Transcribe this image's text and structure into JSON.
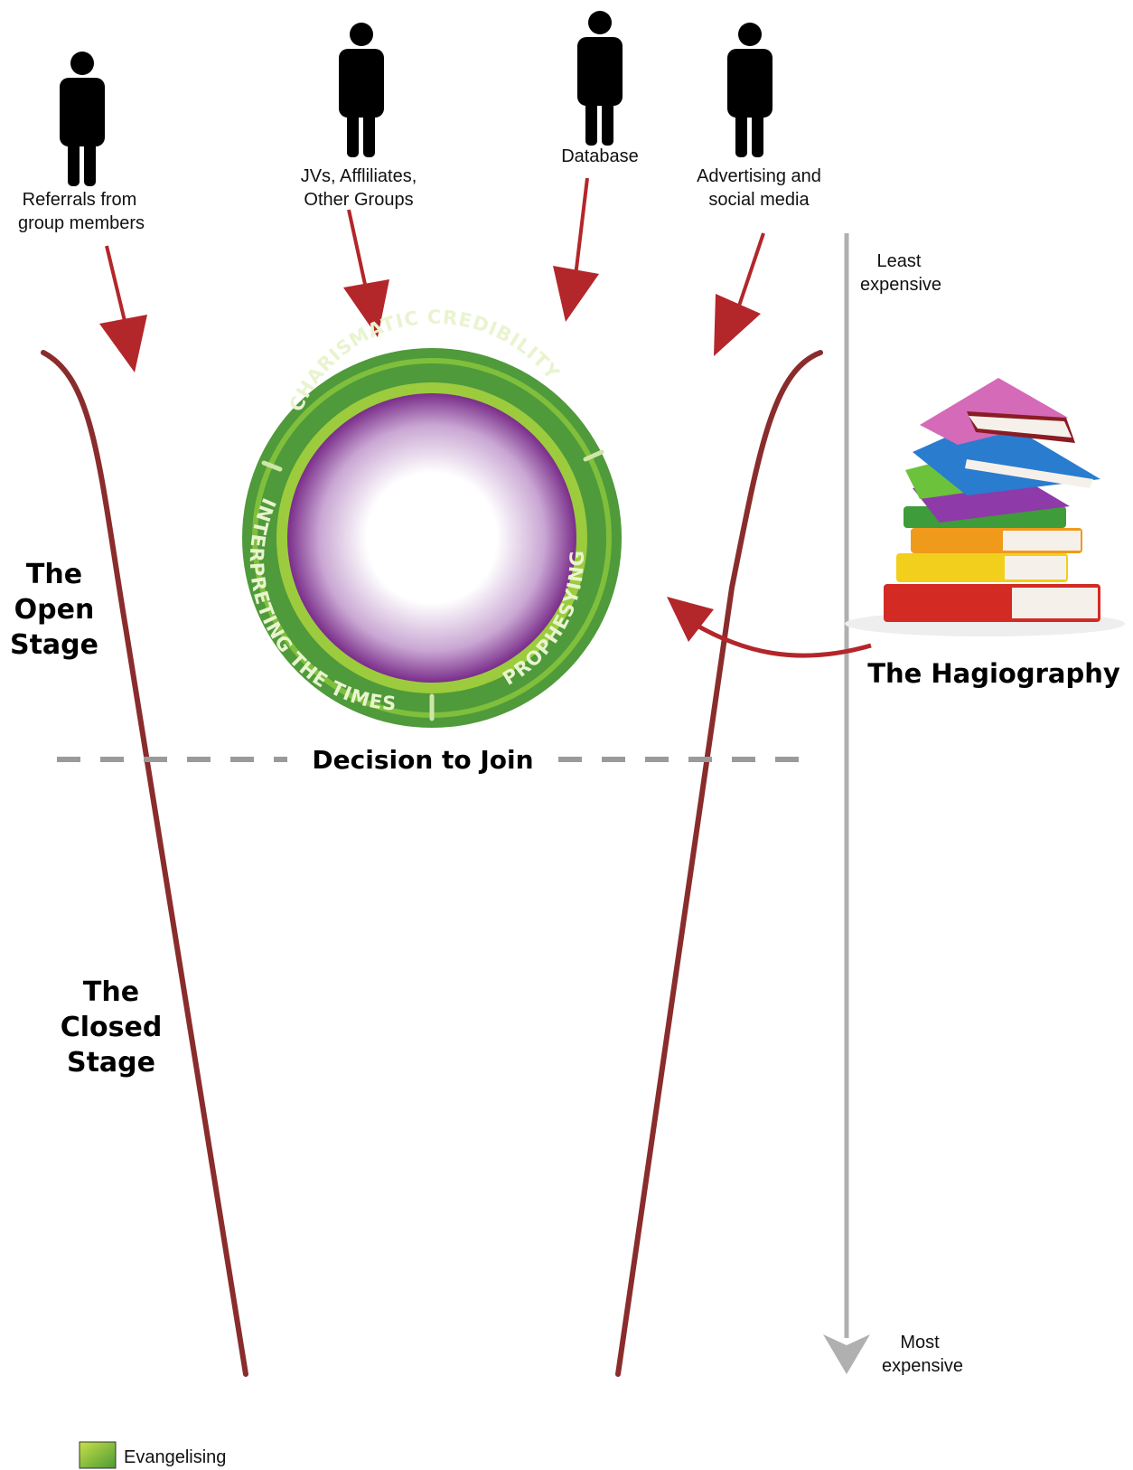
{
  "sources": [
    {
      "label_lines": [
        "Referrals from",
        "group members"
      ],
      "icon": "person-icon"
    },
    {
      "label_lines": [
        "JVs, Affliliates,",
        "Other Groups"
      ],
      "icon": "person-icon"
    },
    {
      "label_lines": [
        "Database"
      ],
      "icon": "person-icon"
    },
    {
      "label_lines": [
        "Advertising and",
        "social media"
      ],
      "icon": "person-icon"
    }
  ],
  "cost_scale": {
    "top_lines": [
      "Least",
      "expensive"
    ],
    "bottom_lines": [
      "Most",
      "expensive"
    ]
  },
  "ring": {
    "segments": [
      "CHARISMATIC CREDIBILITY",
      "PROPHESYING",
      "INTERPRETING THE TIMES"
    ]
  },
  "stages": {
    "open_lines": [
      "The",
      "Open",
      "Stage"
    ],
    "closed_lines": [
      "The",
      "Closed",
      "Stage"
    ]
  },
  "decision": "Decision to Join",
  "hagiography": {
    "label": "The Hagiography",
    "icon": "book-stack-icon"
  },
  "legend": [
    {
      "label": "Evangelising"
    }
  ],
  "colors": {
    "arrow_red": "#b3262a",
    "funnel_brown": "#8a2c2c",
    "ring_green": "#4f9a3a",
    "ring_center_purple": "#7a2d8a",
    "scale_gray": "#b0b0b0",
    "dash_gray": "#9a9a9a"
  }
}
